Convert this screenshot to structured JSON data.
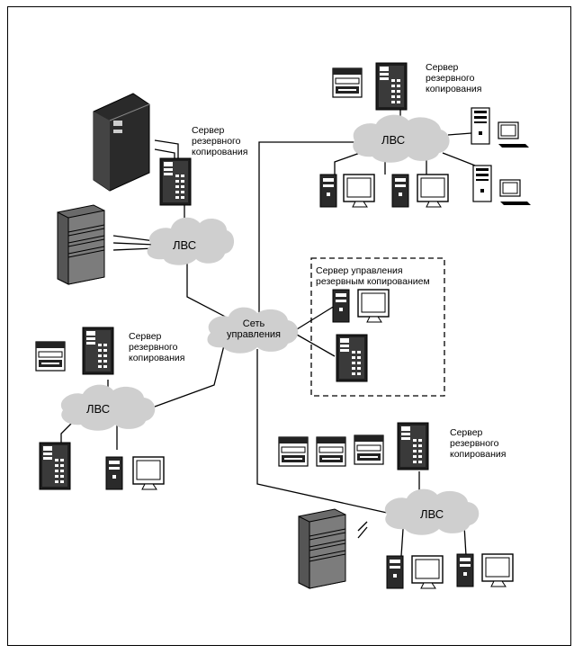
{
  "labels": {
    "backup_server_1": [
      "Сервер",
      "резервного",
      "копирования"
    ],
    "backup_server_2": [
      "Сервер",
      "резервного",
      "копирования"
    ],
    "backup_server_3": [
      "Сервер",
      "резервного",
      "копирования"
    ],
    "backup_server_4": [
      "Сервер",
      "резервного",
      "копирования"
    ],
    "mgmt_server_title": [
      "Сервер управления",
      "резервным копированием"
    ],
    "lan": "ЛВС",
    "mgmt_network": [
      "Сеть",
      "управления"
    ]
  },
  "colors": {
    "cloud": "#cfcfcf",
    "line": "#000000",
    "tower_dark": "#222222",
    "rack": "#6a6a6a"
  }
}
